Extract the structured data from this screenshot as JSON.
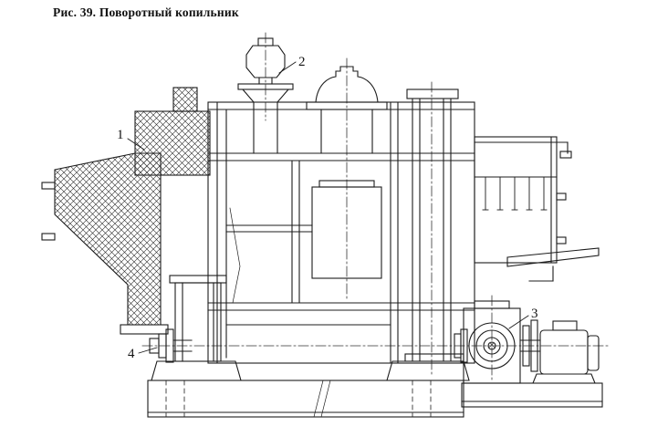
{
  "page": {
    "background": "#ffffff",
    "ink": "#1c1c1c"
  },
  "figure": {
    "caption": "Рис. 39. Поворотный копильник",
    "callouts": [
      {
        "label": "1"
      },
      {
        "label": "2"
      },
      {
        "label": "3"
      },
      {
        "label": "4"
      }
    ]
  }
}
